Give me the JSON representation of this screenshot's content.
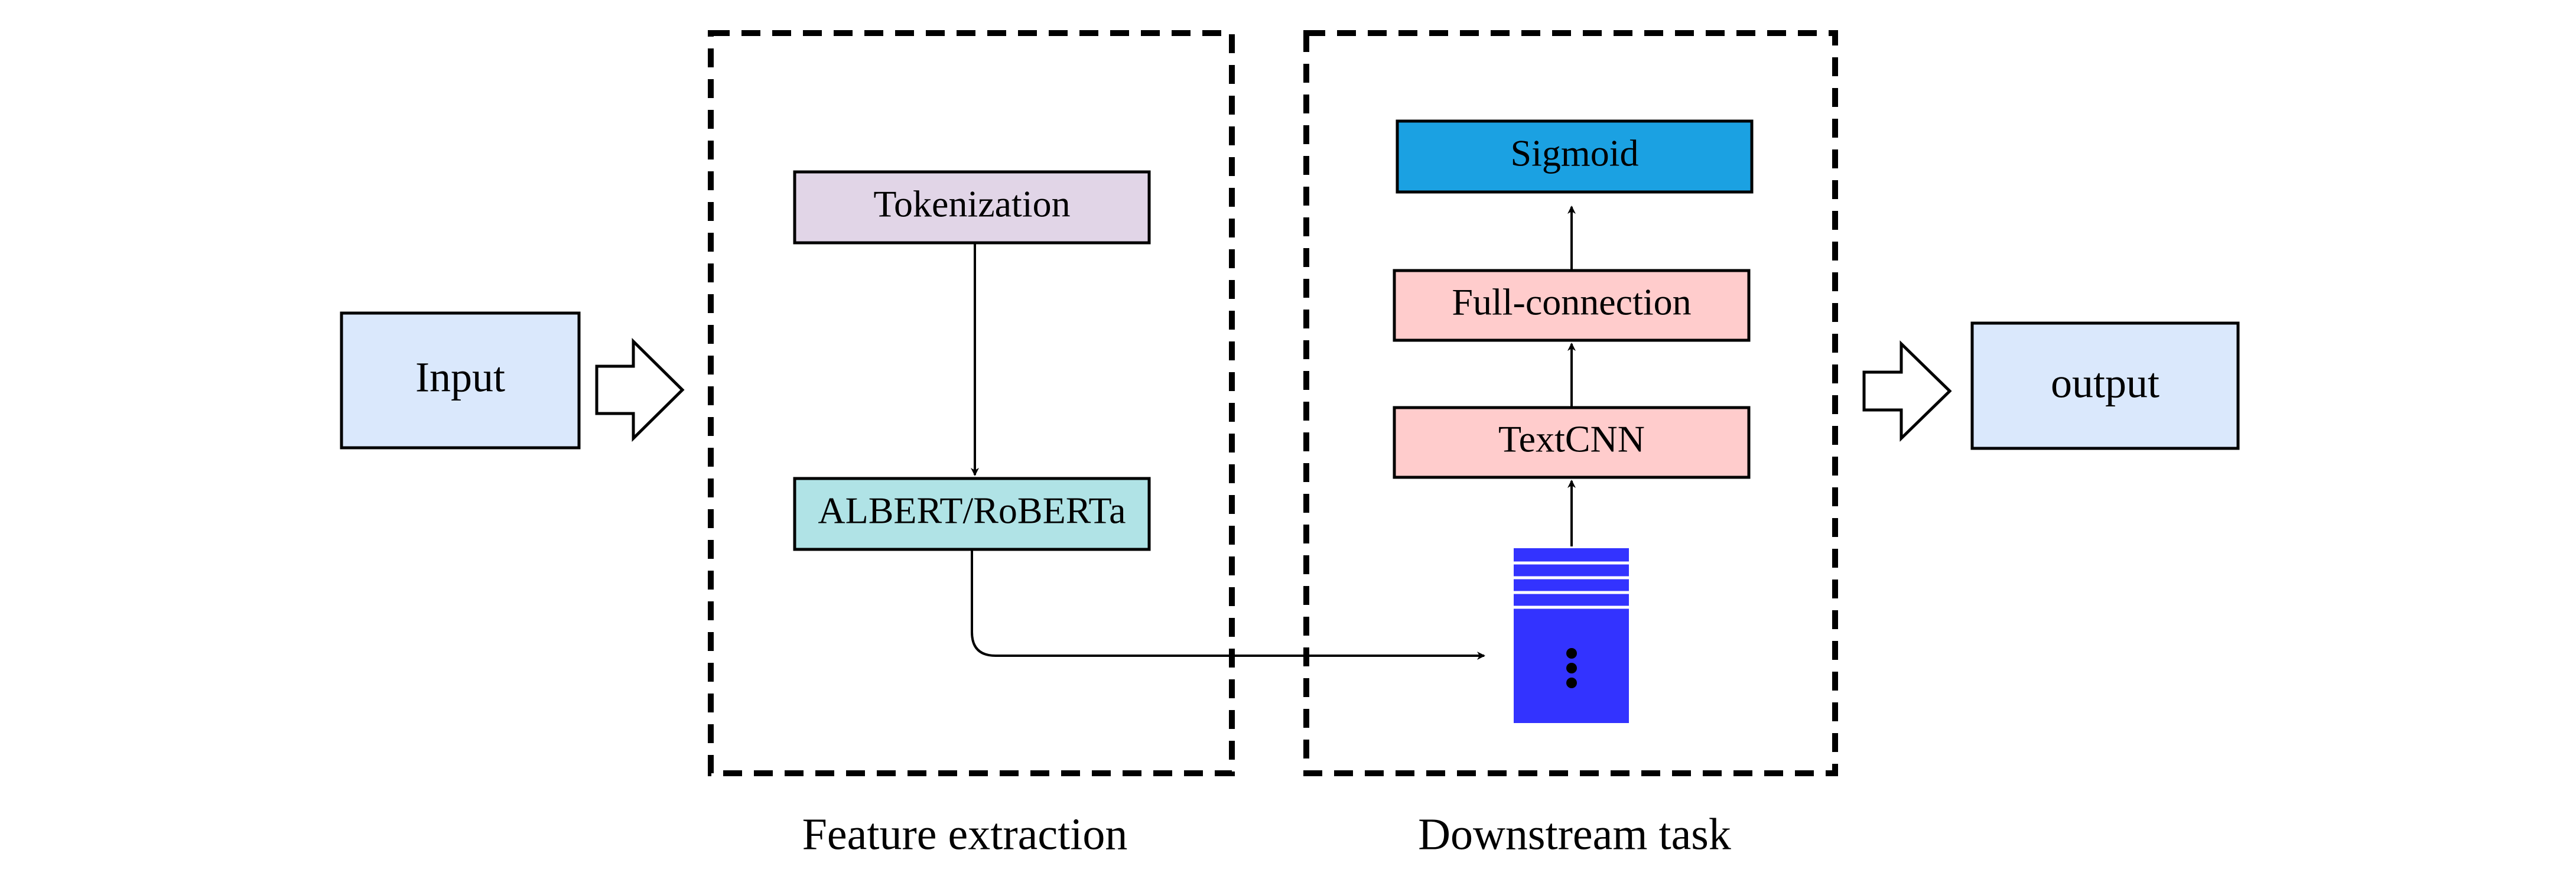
{
  "nodes": {
    "input": "Input",
    "output": "output",
    "tokenization": "Tokenization",
    "encoder": "ALBERT/RoBERTa",
    "sigmoid": "Sigmoid",
    "full_connection": "Full-connection",
    "textcnn": "TextCNN"
  },
  "groups": {
    "feature_extraction": "Feature extraction",
    "downstream_task": "Downstream task"
  },
  "colors": {
    "input_fill": "#dae8fc",
    "tokenization_fill": "#e1d5e7",
    "encoder_fill": "#b0e3e6",
    "sigmoid_fill": "#1ba1e2",
    "layer_fill": "#ffcccc",
    "vector_fill": "#3333ff",
    "stroke": "#000000"
  }
}
